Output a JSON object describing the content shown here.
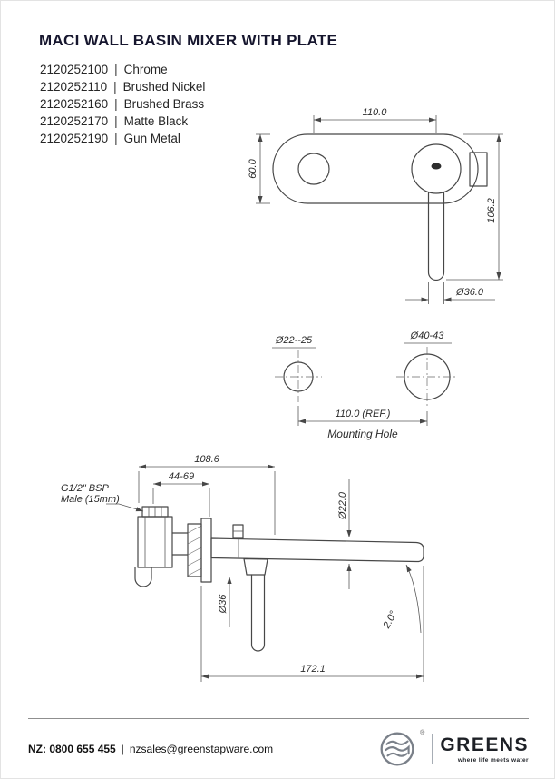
{
  "page": {
    "title": "MACI WALL BASIN MIXER WITH PLATE"
  },
  "ui": {
    "divider": "|"
  },
  "product_codes": [
    {
      "code": "2120252100",
      "finish": "Chrome"
    },
    {
      "code": "2120252110",
      "finish": "Brushed Nickel"
    },
    {
      "code": "2120252160",
      "finish": "Brushed Brass"
    },
    {
      "code": "2120252170",
      "finish": "Matte Black"
    },
    {
      "code": "2120252190",
      "finish": "Gun Metal"
    }
  ],
  "front_view": {
    "width_label": "110.0",
    "height_label": "60.0",
    "handle_length_label": "106.2",
    "handle_dia_label": "Ø36.0"
  },
  "mounting_view": {
    "small_hole_label": "Ø22--25",
    "large_hole_label": "Ø40-43",
    "spacing_label": "110.0 (REF.)",
    "caption": "Mounting Hole"
  },
  "side_view": {
    "depth_label": "108.6",
    "adjust_range_label": "44-69",
    "inlet_label_line1": "G1/2\" BSP",
    "inlet_label_line2": "Male (15mm)",
    "spout_dia_label": "Ø22.0",
    "trim_dia_label": "Ø36",
    "angle_label": "2.0°",
    "reach_label": "172.1"
  },
  "footer": {
    "phone": "NZ: 0800 655 455",
    "email": "nzsales@greenstapware.com",
    "brand": "GREENS",
    "tagline": "where life meets water",
    "registered": "®"
  },
  "colors": {
    "title": "#16162e",
    "line": "#474747"
  }
}
